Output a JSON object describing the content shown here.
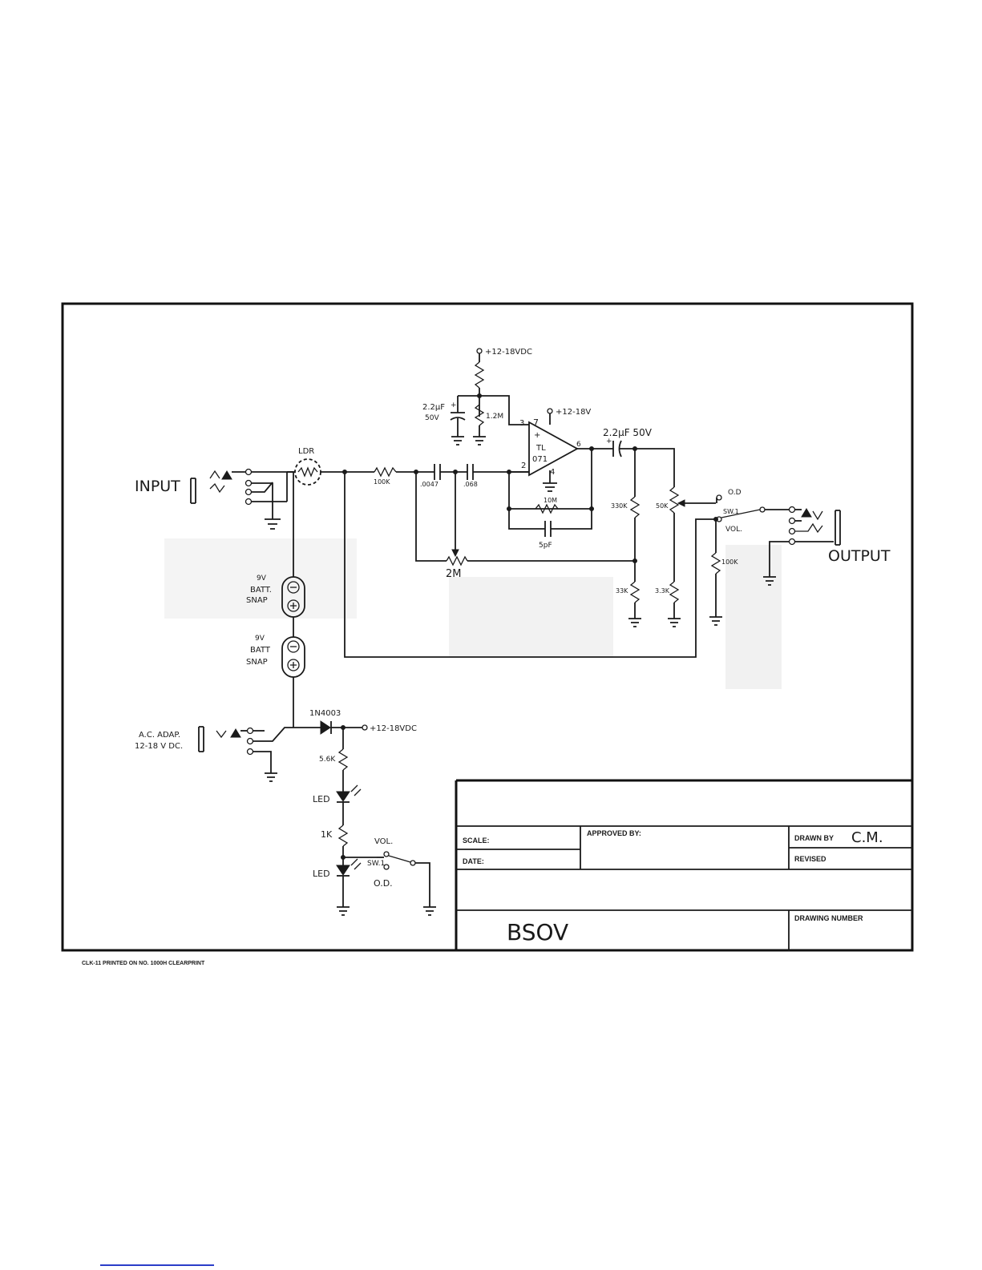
{
  "schematic": {
    "supply_top": "+12-18VDC",
    "cap_bias_value": "2.2µF",
    "cap_bias_voltage": "50V",
    "res_bias": "1.2M",
    "opamp_supply": "+12-18V",
    "opamp_name_line1": "TL",
    "opamp_name_line2": "071",
    "pin_3": "3",
    "pin_2": "2",
    "pin_7": "7",
    "pin_4": "4",
    "pin_6": "6",
    "out_cap": "2.2µF 50V",
    "ldr": "LDR",
    "input": "INPUT",
    "r_100k_in": "100K",
    "c_0047": ".0047",
    "c_068": ".068",
    "r_10m": "10M",
    "c_5pf": "5pF",
    "pot_2m": "2M",
    "r_330k": "330K",
    "r_33k": "33K",
    "pot_50k": "50K",
    "r_3_3k": "3.3K",
    "od_top": "O.D",
    "sw1_top": "SW.1",
    "vol_top": "VOL.",
    "r_100k_out": "100K",
    "output": "OUTPUT",
    "batt1_line1": "9V",
    "batt1_line2": "BATT.",
    "batt1_line3": "SNAP",
    "batt2_line1": "9V",
    "batt2_line2": "BATT",
    "batt2_line3": "SNAP",
    "diode": "1N4003",
    "supply_bottom": "+12-18VDC",
    "adap_line1": "A.C. ADAP.",
    "adap_line2": "12-18 V DC.",
    "r_5_6k": "5.6K",
    "led1": "LED",
    "r_1k": "1K",
    "led2": "LED",
    "vol_bottom": "VOL.",
    "sw1_bottom": "SW.1",
    "od_bottom": "O.D."
  },
  "title_block": {
    "scale_label": "SCALE:",
    "date_label": "DATE:",
    "approved_label": "APPROVED BY:",
    "drawn_label": "DRAWN BY",
    "drawn_value": "C.M.",
    "revised_label": "REVISED",
    "drawing_number_label": "DRAWING NUMBER",
    "title": "BSOV"
  },
  "footer_note": "CLK-11     PRINTED ON NO. 1000H CLEARPRINT"
}
